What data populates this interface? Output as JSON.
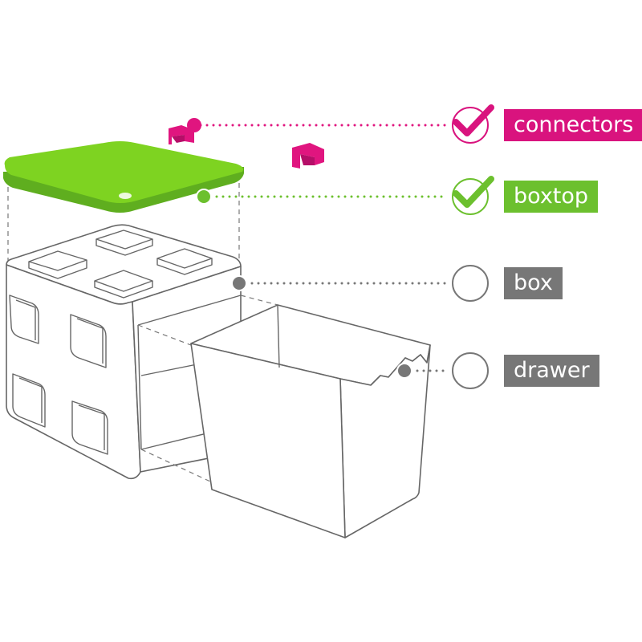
{
  "parts": [
    {
      "key": "connectors",
      "label": "connectors",
      "status": "checked",
      "color": "#d9137e"
    },
    {
      "key": "boxtop",
      "label": "boxtop",
      "status": "checked",
      "color": "#6cc02e"
    },
    {
      "key": "box",
      "label": "box",
      "status": "unchecked",
      "color": "#777777"
    },
    {
      "key": "drawer",
      "label": "drawer",
      "status": "unchecked",
      "color": "#777777"
    }
  ],
  "colors": {
    "lid": "#7ed321",
    "lid_edge": "#5fae1f",
    "connector": "#e0157f",
    "outline": "#666666",
    "label_grey": "#777777"
  }
}
